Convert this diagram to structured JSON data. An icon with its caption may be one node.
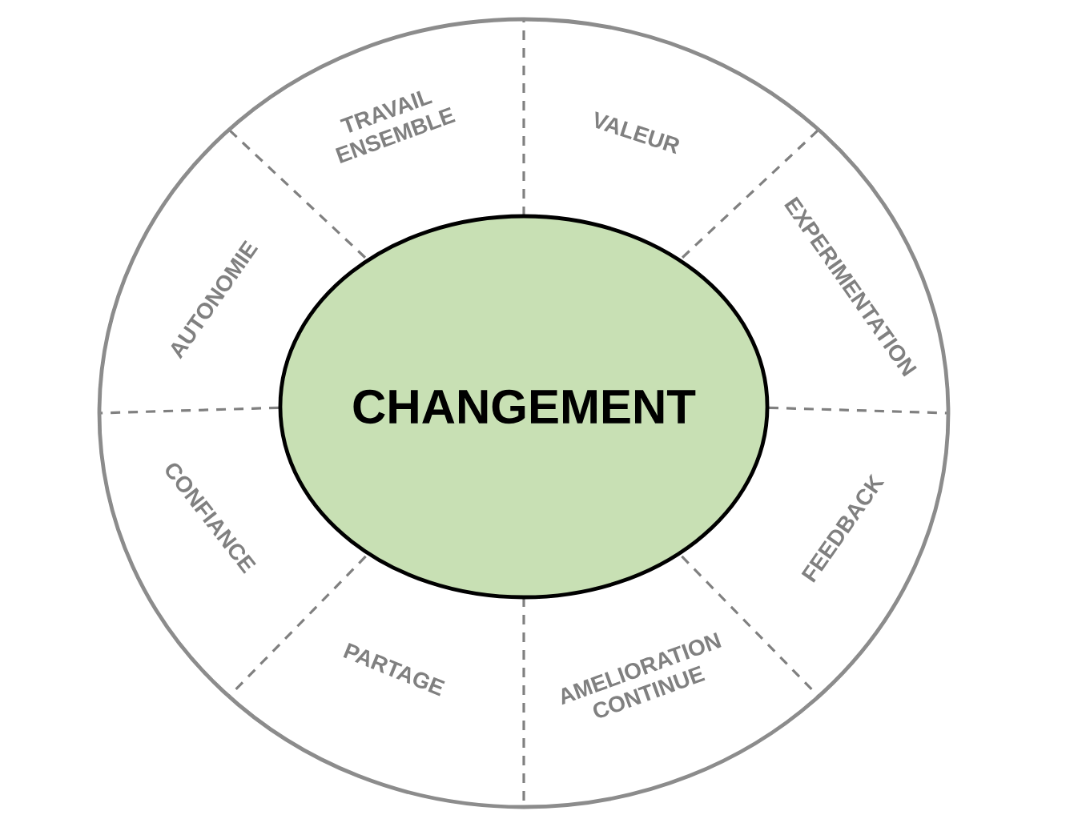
{
  "diagram": {
    "nodes": [
      {
        "text": [
          "CHANGEMENT"
        ]
      }
    ],
    "labels": [
      "TRAVAIL ENSEMBLE",
      "VALEUR",
      "AUTONOMIE",
      "EXPERIMENTATION",
      "CONFIANCE",
      "FEEDBACK",
      "PARTAGE",
      "AMELIORATION CONTINUE"
    ]
  }
}
